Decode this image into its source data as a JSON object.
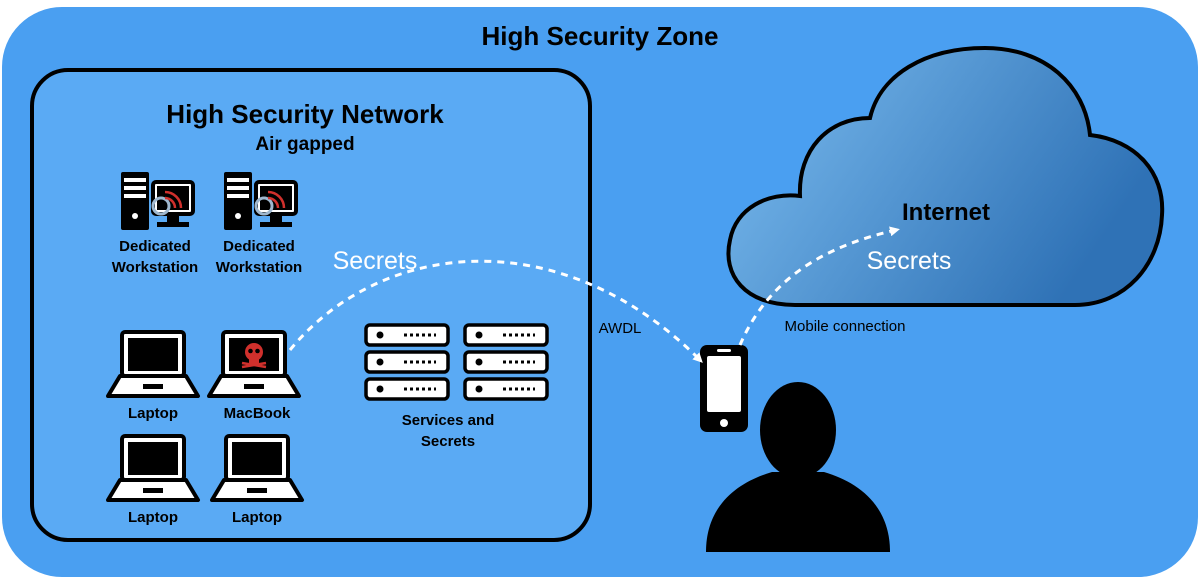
{
  "zone": {
    "title": "High Security Zone"
  },
  "network": {
    "title": "High Security Network",
    "subtitle": "Air gapped",
    "workstations": [
      {
        "label": "Dedicated Workstation"
      },
      {
        "label": "Dedicated Workstation"
      }
    ],
    "laptops": [
      {
        "label": "Laptop"
      },
      {
        "label": "MacBook",
        "compromised": true
      },
      {
        "label": "Laptop"
      },
      {
        "label": "Laptop"
      }
    ],
    "services": {
      "label": "Services and Secrets"
    }
  },
  "flows": {
    "secrets_left": "Secrets",
    "awdl": "AWDL",
    "mobile": "Mobile connection",
    "secrets_right": "Secrets"
  },
  "internet": {
    "label": "Internet"
  },
  "colors": {
    "zone": "#4a9ff1",
    "network": "#5aaaf4",
    "cloud_light": "#7cbdf0",
    "cloud_dark": "#2f72b6",
    "skull_screen": "#d0302c",
    "flow_line": "#ffffff"
  },
  "icons": [
    "workstation-icon",
    "laptop-icon",
    "macbook-skull-icon",
    "server-rack-icon",
    "smartphone-icon",
    "person-silhouette-icon",
    "cloud-icon"
  ]
}
